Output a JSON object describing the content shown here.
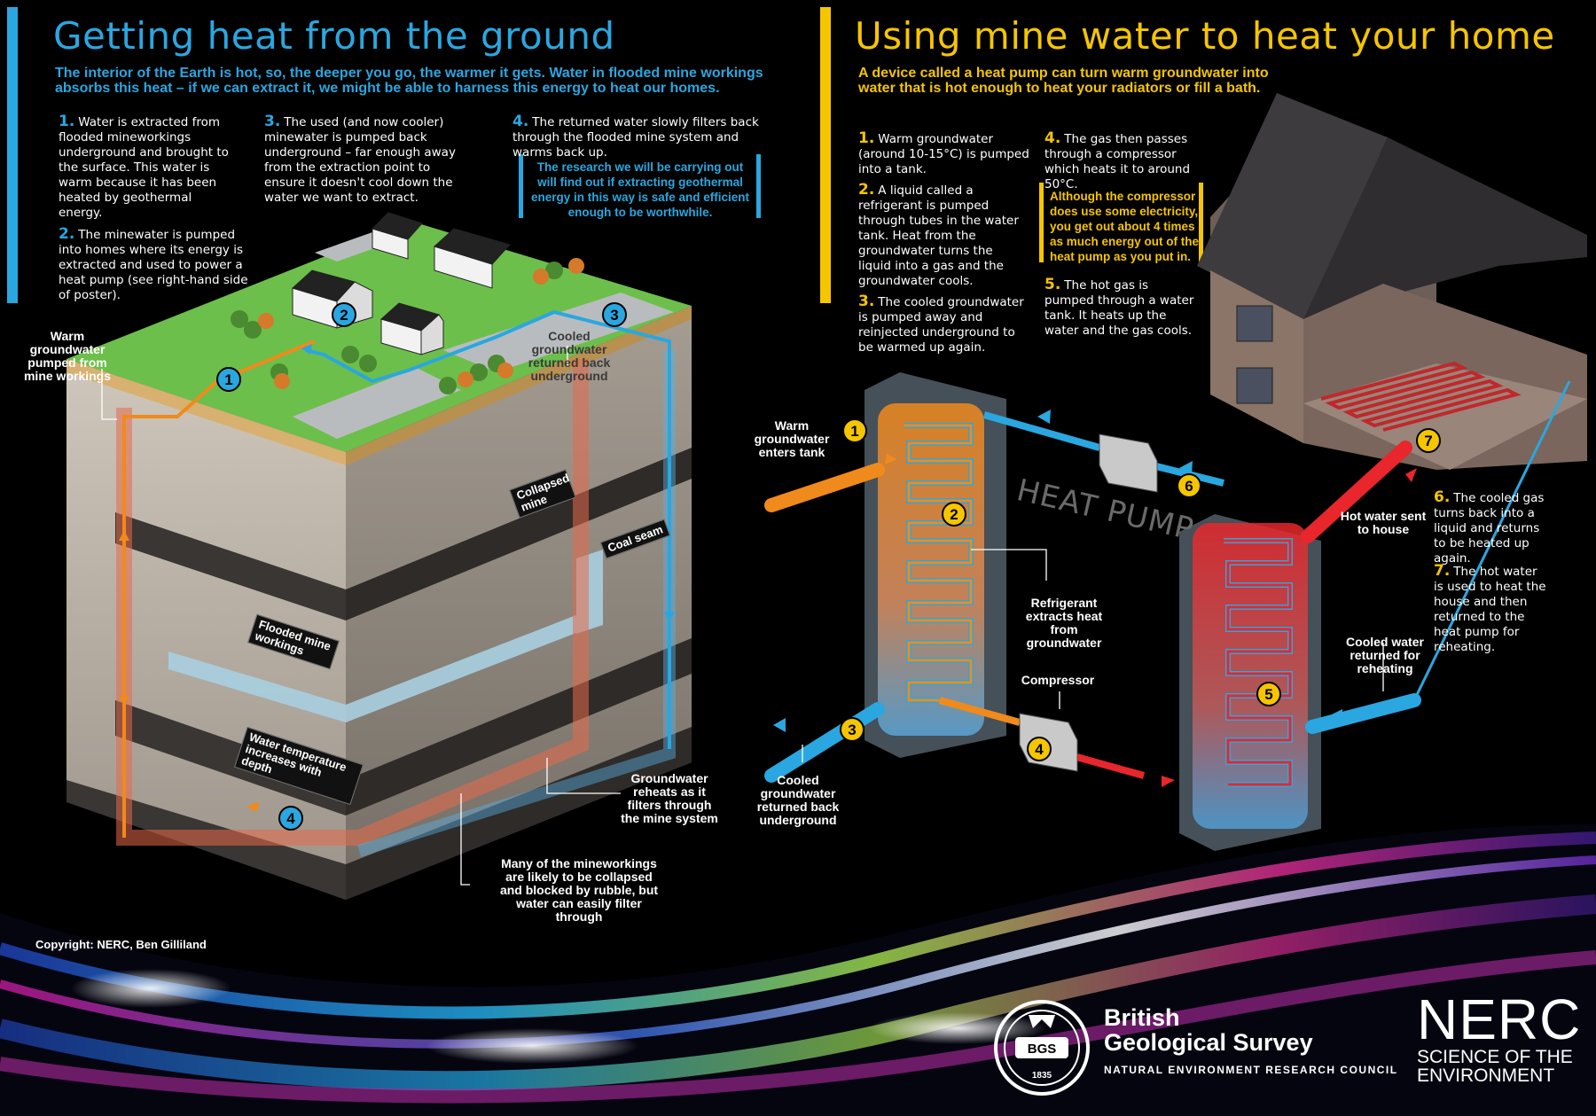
{
  "left": {
    "title": "Getting heat from the ground",
    "intro": "The interior of the Earth is hot, so, the deeper you go, the warmer it gets. Water in flooded mine workings absorbs this heat – if we can extract it, we might be able to harness this energy to heat our homes.",
    "steps": [
      {
        "num": "1.",
        "text": "Water is extracted from flooded mineworkings underground and brought to the surface. This water is warm because it has been heated by geothermal energy."
      },
      {
        "num": "2.",
        "text": "The minewater is pumped into homes where its energy is extracted and used to power a heat pump (see right-hand side of poster)."
      },
      {
        "num": "3.",
        "text": "The used (and now cooler) minewater is pumped back underground – far enough away from the extraction point to ensure it doesn't cool down the water we want to extract."
      },
      {
        "num": "4.",
        "text": "The returned water slowly filters back through the flooded mine system and warms back up."
      }
    ],
    "research_callout": "The research we will be carrying out will find out if extracting geothermal energy in this way is safe and efficient enough to be worthwhile.",
    "labels": {
      "warm_pumped": "Warm groundwater pumped from mine workings",
      "cooled_returned": "Cooled groundwater returned back underground",
      "collapsed_mine": "Collapsed mine",
      "coal_seam": "Coal seam",
      "flooded_workings": "Flooded mine workings",
      "temp_depth": "Water temperature increases with depth",
      "reheats": "Groundwater reheats as it filters through the mine system",
      "many_collapsed": "Many of the mineworkings are likely to be collapsed and blocked by rubble, but water can easily filter through"
    },
    "badges": [
      "1",
      "2",
      "3",
      "4"
    ]
  },
  "right": {
    "title": "Using mine water to heat your home",
    "intro": "A device called a heat pump can turn warm groundwater into water that is hot enough to heat your radiators or fill a bath.",
    "steps": [
      {
        "num": "1.",
        "text": "Warm groundwater (around 10-15°C) is pumped into a tank."
      },
      {
        "num": "2.",
        "text": "A liquid called a refrigerant is pumped through tubes in the water tank. Heat from the groundwater turns the liquid into a gas and the groundwater cools."
      },
      {
        "num": "3.",
        "text": "The cooled groundwater is pumped away and reinjected underground to be warmed up again."
      },
      {
        "num": "4.",
        "text": "The gas then passes through a compressor which heats it to around 50°C."
      },
      {
        "num": "5.",
        "text": "The hot gas is pumped through a water tank. It heats up the water and the gas cools."
      },
      {
        "num": "6.",
        "text": "The cooled gas turns back into a liquid and returns to be heated up again."
      },
      {
        "num": "7.",
        "text": "The hot water is used to heat the house and then returned to the heat pump for reheating."
      }
    ],
    "compressor_callout": "Although the compressor does use some electricity, you get out about 4 times as much energy out of the heat pump as you put in.",
    "labels": {
      "warm_enters": "Warm groundwater enters tank",
      "refrigerant": "Refrigerant extracts heat from groundwater",
      "compressor": "Compressor",
      "cooled_back": "Cooled groundwater returned back underground",
      "hot_water": "Hot water sent to house",
      "cooled_water": "Cooled water returned for reheating",
      "heat_pump": "HEAT PUMP"
    },
    "badges": [
      "1",
      "2",
      "3",
      "4",
      "5",
      "6",
      "7"
    ]
  },
  "footer": {
    "copyright": "Copyright: NERC, Ben Gilliland",
    "bgs_line1": "British",
    "bgs_line2": "Geological Survey",
    "bgs_sub": "NATURAL ENVIRONMENT RESEARCH COUNCIL",
    "bgs_logo_text": "BGS",
    "bgs_year": "1835",
    "nerc": "NERC",
    "nerc_sub1": "SCIENCE OF THE",
    "nerc_sub2": "ENVIRONMENT"
  },
  "colors": {
    "blue": "#2aa7e0",
    "yellow": "#f5c500",
    "warm": "#f08a1c",
    "hot": "#e8262b",
    "grass": "#6cbf4b"
  }
}
